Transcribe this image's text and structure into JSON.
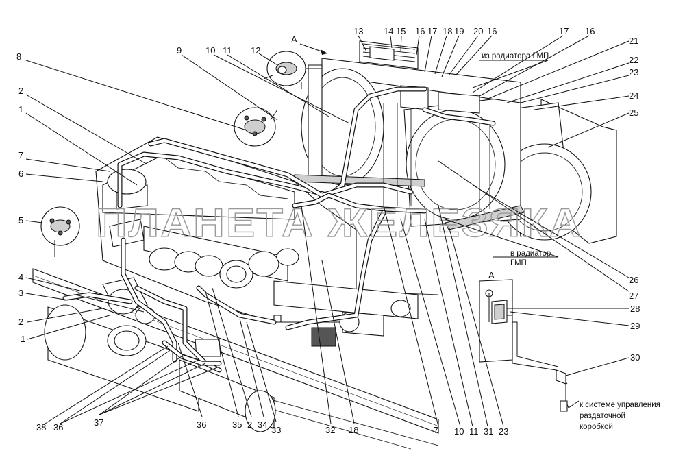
{
  "diagram": {
    "view_letter": "А",
    "inset_letter": "А",
    "watermark": "ПЛАНЕТА ЖЕЛЕЗЯКА",
    "notes": {
      "from_radiator": "из радиатора ГМП",
      "to_radiator_line1": "в радиатор",
      "to_radiator_line2": "ГМП",
      "to_system_line1": "к системе управления",
      "to_system_line2": "раздаточной",
      "to_system_line3": "коробкой"
    },
    "callouts": [
      {
        "id": "c13",
        "text": "13"
      },
      {
        "id": "c14",
        "text": "14"
      },
      {
        "id": "c15",
        "text": "15"
      },
      {
        "id": "c16a",
        "text": "16"
      },
      {
        "id": "c17a",
        "text": "17"
      },
      {
        "id": "c18",
        "text": "18"
      },
      {
        "id": "c19",
        "text": "19"
      },
      {
        "id": "c20",
        "text": "20"
      },
      {
        "id": "c16b",
        "text": "16"
      },
      {
        "id": "c17b",
        "text": "17"
      },
      {
        "id": "c16c",
        "text": "16"
      },
      {
        "id": "c21",
        "text": "21"
      },
      {
        "id": "c22",
        "text": "22"
      },
      {
        "id": "c23a",
        "text": "23"
      },
      {
        "id": "c24",
        "text": "24"
      },
      {
        "id": "c25",
        "text": "25"
      },
      {
        "id": "c26",
        "text": "26"
      },
      {
        "id": "c27",
        "text": "27"
      },
      {
        "id": "c28",
        "text": "28"
      },
      {
        "id": "c29",
        "text": "29"
      },
      {
        "id": "c30",
        "text": "30"
      },
      {
        "id": "c8",
        "text": "8"
      },
      {
        "id": "c9",
        "text": "9"
      },
      {
        "id": "c10a",
        "text": "10"
      },
      {
        "id": "c11a",
        "text": "11"
      },
      {
        "id": "c12",
        "text": "12"
      },
      {
        "id": "c2a",
        "text": "2"
      },
      {
        "id": "c1a",
        "text": "1"
      },
      {
        "id": "c7",
        "text": "7"
      },
      {
        "id": "c6",
        "text": "6"
      },
      {
        "id": "c5",
        "text": "5"
      },
      {
        "id": "c4",
        "text": "4"
      },
      {
        "id": "c3",
        "text": "3"
      },
      {
        "id": "c2b",
        "text": "2"
      },
      {
        "id": "c1b",
        "text": "1"
      },
      {
        "id": "c38",
        "text": "38"
      },
      {
        "id": "c36a",
        "text": "36"
      },
      {
        "id": "c37",
        "text": "37"
      },
      {
        "id": "c36b",
        "text": "36"
      },
      {
        "id": "c35",
        "text": "35"
      },
      {
        "id": "c2c",
        "text": "2"
      },
      {
        "id": "c34",
        "text": "34"
      },
      {
        "id": "c33",
        "text": "33"
      },
      {
        "id": "c32",
        "text": "32"
      },
      {
        "id": "c18b",
        "text": "18"
      },
      {
        "id": "c7b",
        "text": "7"
      },
      {
        "id": "c10b",
        "text": "10"
      },
      {
        "id": "c11b",
        "text": "11"
      },
      {
        "id": "c31",
        "text": "31"
      },
      {
        "id": "c23b",
        "text": "23"
      }
    ]
  }
}
